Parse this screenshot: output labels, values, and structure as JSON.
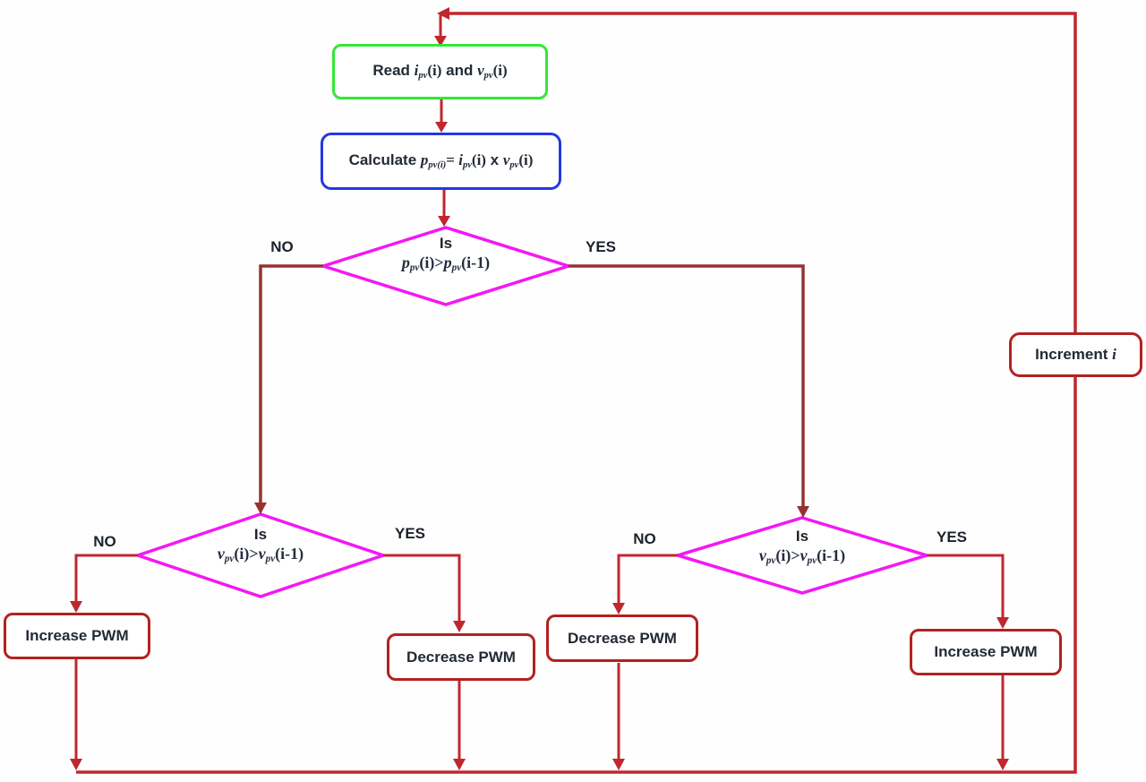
{
  "palette": {
    "loop_red": "#c0272d",
    "branch_dark": "#96322f",
    "node_border_red": "#b2221f",
    "read_border_green": "#33e833",
    "calc_border_blue": "#2438e0",
    "diamond_magenta": "#f318f3",
    "text": "#232a36"
  },
  "labels": {
    "no": "NO",
    "yes": "YES"
  },
  "nodes": {
    "read": {
      "parts": [
        {
          "t": "Read ",
          "s": "n"
        },
        {
          "t": "i",
          "s": "i"
        },
        {
          "t": "pv",
          "s": "sub"
        },
        {
          "t": "(i)",
          "s": "r"
        },
        {
          "t": " and ",
          "s": "n"
        },
        {
          "t": "v",
          "s": "i"
        },
        {
          "t": "pv",
          "s": "sub"
        },
        {
          "t": "(i)",
          "s": "r"
        }
      ]
    },
    "calculate": {
      "parts": [
        {
          "t": "Calculate ",
          "s": "n"
        },
        {
          "t": "p",
          "s": "i"
        },
        {
          "t": "pv(i)",
          "s": "sub"
        },
        {
          "t": "= ",
          "s": "r"
        },
        {
          "t": "i",
          "s": "i"
        },
        {
          "t": "pv",
          "s": "sub"
        },
        {
          "t": "(i)",
          "s": "r"
        },
        {
          "t": " x ",
          "s": "n"
        },
        {
          "t": "v",
          "s": "i"
        },
        {
          "t": "pv",
          "s": "sub"
        },
        {
          "t": "(i)",
          "s": "r"
        }
      ]
    },
    "decision_power": {
      "prefix": "Is",
      "parts": [
        {
          "t": "p",
          "s": "i"
        },
        {
          "t": "pv",
          "s": "sub"
        },
        {
          "t": "(i)>",
          "s": "r"
        },
        {
          "t": "p",
          "s": "i"
        },
        {
          "t": "pv",
          "s": "sub"
        },
        {
          "t": "(i-1)",
          "s": "r"
        }
      ]
    },
    "decision_voltage_left": {
      "prefix": "Is",
      "parts": [
        {
          "t": "v",
          "s": "i"
        },
        {
          "t": "pv",
          "s": "sub"
        },
        {
          "t": "(i)>",
          "s": "r"
        },
        {
          "t": "v",
          "s": "i"
        },
        {
          "t": "pv",
          "s": "sub"
        },
        {
          "t": "(i-1)",
          "s": "r"
        }
      ]
    },
    "decision_voltage_right": {
      "prefix": "Is",
      "parts": [
        {
          "t": "v",
          "s": "i"
        },
        {
          "t": "pv",
          "s": "sub"
        },
        {
          "t": "(i)>",
          "s": "r"
        },
        {
          "t": "v",
          "s": "i"
        },
        {
          "t": "pv",
          "s": "sub"
        },
        {
          "t": "(i-1)",
          "s": "r"
        }
      ]
    },
    "increase_pwm_left": {
      "label": "Increase PWM"
    },
    "decrease_pwm_left": {
      "label": "Decrease PWM"
    },
    "decrease_pwm_right": {
      "label": "Decrease PWM"
    },
    "increase_pwm_right": {
      "label": "Increase PWM"
    },
    "increment": {
      "parts": [
        {
          "t": "Increment ",
          "s": "n"
        },
        {
          "t": "i",
          "s": "i"
        }
      ]
    }
  }
}
